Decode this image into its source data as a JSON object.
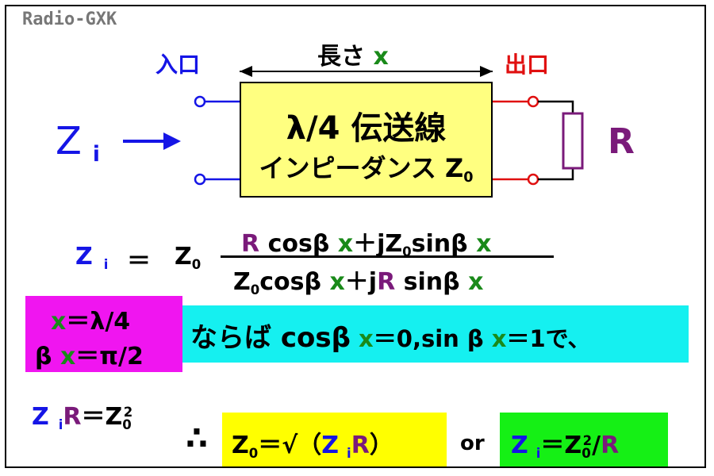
{
  "watermark": "Radio-GXK",
  "labels": {
    "input": "入口",
    "output": "出口",
    "length_prefix": "長さ",
    "length_var": "x",
    "zi_main": "Z",
    "zi_sub": "i",
    "load": "R"
  },
  "line_box": {
    "title": "λ/4 伝送線",
    "subtitle": "インピーダンス Z",
    "subtitle_sub": "0"
  },
  "formula": {
    "lhs_main": "Z",
    "lhs_sub": "i",
    "equals": "＝",
    "z0_main": "Z",
    "z0_sub": "0",
    "num_r": "R",
    "num_cos": "cosβ",
    "num_x1": "x",
    "num_plus_j": "＋jZ",
    "num_z0_sub": "0",
    "num_sin": "sinβ",
    "num_x2": "x",
    "den_z0": "Z",
    "den_z0_sub": "0",
    "den_cos": "cosβ",
    "den_x1": "x",
    "den_plus_j": "＋j",
    "den_r": "R",
    "den_sin": "sinβ",
    "den_x2": "x"
  },
  "conditions": {
    "line1_x": "x",
    "line1_rest": "＝λ/4",
    "line2_beta": "β",
    "line2_x": "x",
    "line2_rest": "＝π/2"
  },
  "then_text": {
    "part1": "ならば cosβ",
    "x1": "x",
    "part2": "＝0,sin β",
    "x2": "x",
    "part3": "＝1で、"
  },
  "result_left": {
    "z_main": "Z",
    "z_sub": "i",
    "r": "R",
    "eq": "＝Z",
    "z0_sub": "0",
    "z0_sup": "2"
  },
  "therefore": "∴",
  "result_yellow": {
    "z": "Z",
    "z_sub": "0",
    "eq_sqrt": "＝√（",
    "zi": "Z",
    "zi_sub": "i",
    "r": "R",
    "close": "）"
  },
  "or_text": "or",
  "result_green": {
    "zi": "Z",
    "zi_sub": "i",
    "eq": "＝Z",
    "z0_sub": "0",
    "z0_sup": "2",
    "slash": "/",
    "r": "R"
  },
  "colors": {
    "blue": "#1515e6",
    "red": "#e01010",
    "green": "#1a8a1a",
    "purple": "#7a1a7a",
    "box_yellow": "#ffff80",
    "magenta": "#f015f0",
    "cyan": "#15f0f0",
    "yellow": "#ffff00",
    "lime": "#15f015"
  }
}
